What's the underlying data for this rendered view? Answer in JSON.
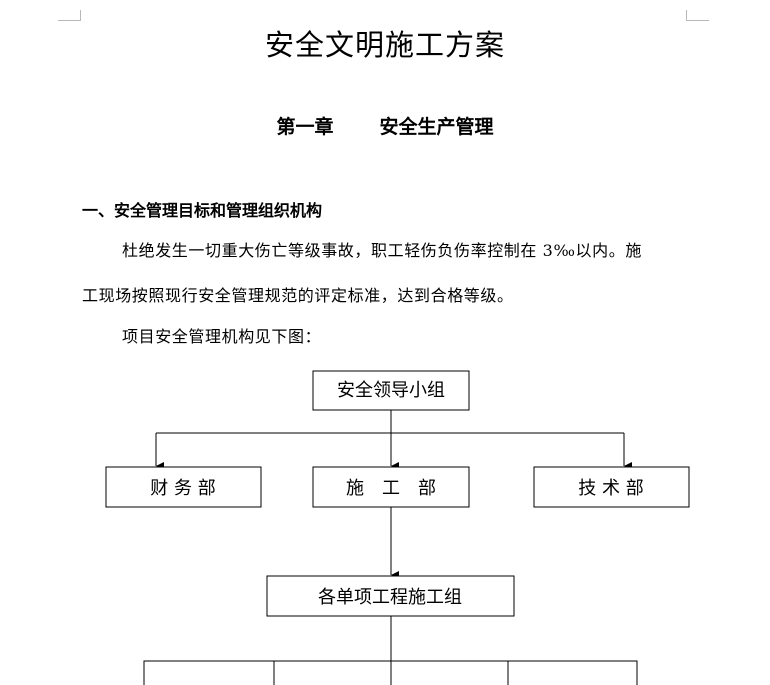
{
  "document": {
    "title": "安全文明施工方案",
    "chapter_number": "第一章",
    "chapter_title": "安全生产管理",
    "section_heading": "一、安全管理目标和管理组织机构",
    "paragraph_1_line_1": "杜绝发生一切重大伤亡等级事故，职工轻伤负伤率控制在 3‰以内。施",
    "paragraph_1_line_2": "工现场按照现行安全管理规范的评定标准，达到合格等级。",
    "paragraph_2": "项目安全管理机构见下图："
  },
  "org_chart": {
    "top": "安全领导小组",
    "departments": [
      "财 务 部",
      "施　工　部",
      "技 术 部"
    ],
    "group": "各单项工程施工组"
  }
}
